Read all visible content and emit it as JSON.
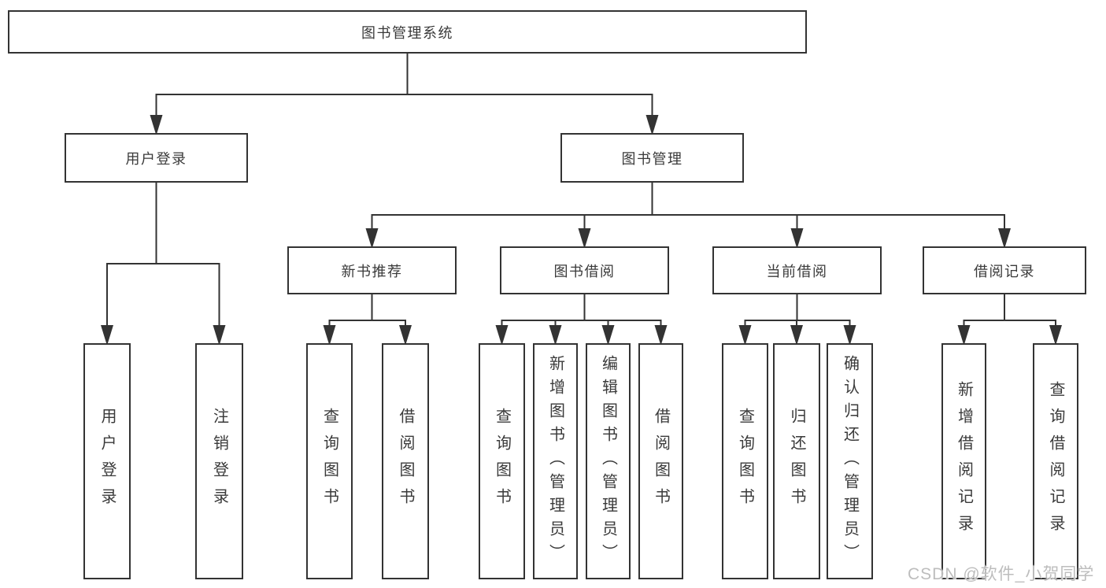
{
  "nodes": [
    {
      "id": "root",
      "label": "图书管理系统",
      "orientation": "horizontal"
    },
    {
      "id": "login",
      "label": "用户登录",
      "orientation": "horizontal"
    },
    {
      "id": "mgmt",
      "label": "图书管理",
      "orientation": "horizontal"
    },
    {
      "id": "rec",
      "label": "新书推荐",
      "orientation": "horizontal"
    },
    {
      "id": "borrow",
      "label": "图书借阅",
      "orientation": "horizontal"
    },
    {
      "id": "current",
      "label": "当前借阅",
      "orientation": "horizontal"
    },
    {
      "id": "records",
      "label": "借阅记录",
      "orientation": "horizontal"
    },
    {
      "id": "u1",
      "label": "用户登录",
      "orientation": "vertical"
    },
    {
      "id": "u2",
      "label": "注销登录",
      "orientation": "vertical"
    },
    {
      "id": "r1",
      "label": "查询图书",
      "orientation": "vertical"
    },
    {
      "id": "r2",
      "label": "借阅图书",
      "orientation": "vertical"
    },
    {
      "id": "b1",
      "label": "查询图书",
      "orientation": "vertical"
    },
    {
      "id": "b2",
      "label": "新增图书（管理员）",
      "orientation": "vertical"
    },
    {
      "id": "b3",
      "label": "编辑图书（管理员）",
      "orientation": "vertical"
    },
    {
      "id": "b4",
      "label": "借阅图书",
      "orientation": "vertical"
    },
    {
      "id": "c1",
      "label": "查询图书",
      "orientation": "vertical"
    },
    {
      "id": "c2",
      "label": "归还图书",
      "orientation": "vertical"
    },
    {
      "id": "c3",
      "label": "确认归还（管理员）",
      "orientation": "vertical"
    },
    {
      "id": "j1",
      "label": "新增借阅记录",
      "orientation": "vertical"
    },
    {
      "id": "j2",
      "label": "查询借阅记录",
      "orientation": "vertical"
    }
  ],
  "edges": [
    {
      "from": "root",
      "to": [
        "login",
        "mgmt"
      ]
    },
    {
      "from": "login",
      "to": [
        "u1",
        "u2"
      ]
    },
    {
      "from": "mgmt",
      "to": [
        "rec",
        "borrow",
        "current",
        "records"
      ]
    },
    {
      "from": "rec",
      "to": [
        "r1",
        "r2"
      ]
    },
    {
      "from": "borrow",
      "to": [
        "b1",
        "b2",
        "b3",
        "b4"
      ]
    },
    {
      "from": "current",
      "to": [
        "c1",
        "c2",
        "c3"
      ]
    },
    {
      "from": "records",
      "to": [
        "j1",
        "j2"
      ]
    }
  ],
  "watermark": {
    "text": "CSDN @软件_小贺同学"
  },
  "colors": {
    "line": "#333333",
    "border": "#333333",
    "fill": "#ffffff",
    "text": "#3a3a3a",
    "watermark": "#bdbdbd"
  }
}
